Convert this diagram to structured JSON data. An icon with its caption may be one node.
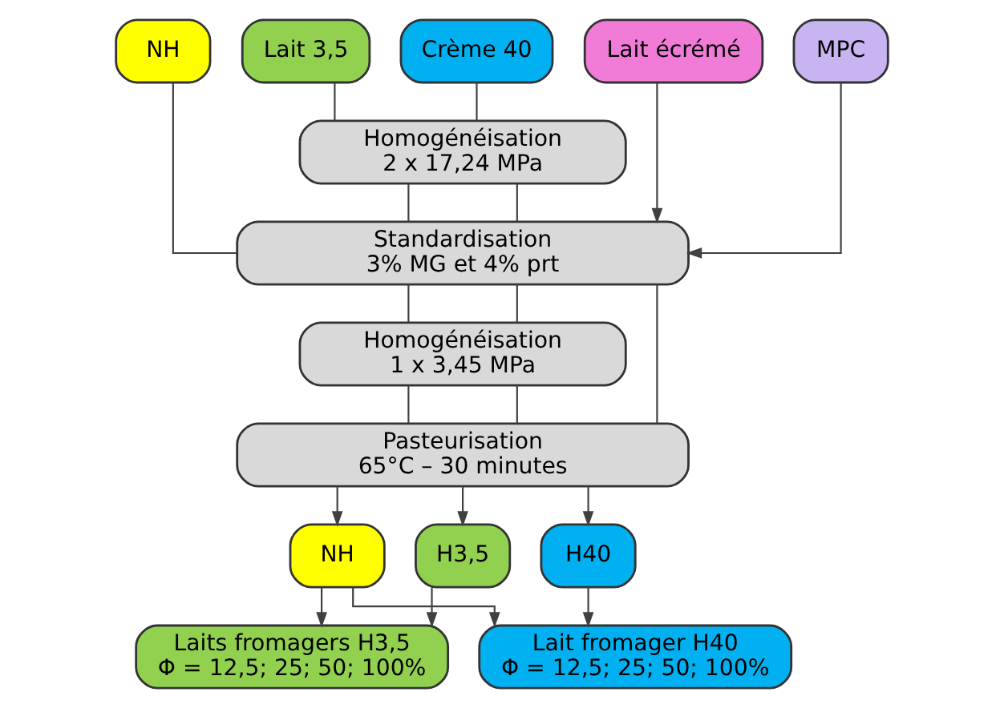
{
  "diagram": {
    "nodes": [
      {
        "text": [
          "NH"
        ]
      },
      {
        "text": [
          "Lait 3,5"
        ]
      },
      {
        "text": [
          "Crème 40"
        ]
      },
      {
        "text": [
          "Lait écrémé"
        ]
      },
      {
        "text": [
          "MPC"
        ]
      },
      {
        "text": [
          "Homogénéisation",
          "2 x 17,24 MPa"
        ]
      },
      {
        "text": [
          "Standardisation",
          "3% MG et 4% prt"
        ]
      },
      {
        "text": [
          "Homogénéisation",
          "1 x 3,45 MPa"
        ]
      },
      {
        "text": [
          "Pasteurisation",
          "65°C – 30 minutes"
        ]
      },
      {
        "text": [
          "NH"
        ]
      },
      {
        "text": [
          "H3,5"
        ]
      },
      {
        "text": [
          "H40"
        ]
      },
      {
        "text": [
          "Laits fromagers H3,5",
          "Φ = 12,5; 25; 50; 100%"
        ]
      },
      {
        "text": [
          "Lait fromager H40",
          "Φ = 12,5; 25; 50; 100%"
        ]
      }
    ],
    "edges": [
      {
        "from": 0,
        "to": 6,
        "arrow": "none"
      },
      {
        "from": 1,
        "to": 5,
        "arrow": "none"
      },
      {
        "from": 2,
        "to": 5,
        "arrow": "none"
      },
      {
        "from": 5,
        "to": 6,
        "arrow": "none"
      },
      {
        "from": 5,
        "to": 6,
        "arrow": "none"
      },
      {
        "from": 3,
        "to": 6,
        "arrow": "to"
      },
      {
        "from": 4,
        "to": 6,
        "arrow": "to"
      },
      {
        "from": 6,
        "to": 7,
        "arrow": "none"
      },
      {
        "from": 6,
        "to": 7,
        "arrow": "none"
      },
      {
        "from": 6,
        "to": 8,
        "arrow": "none"
      },
      {
        "from": 7,
        "to": 8,
        "arrow": "none"
      },
      {
        "from": 7,
        "to": 8,
        "arrow": "none"
      },
      {
        "from": 8,
        "to": 9,
        "arrow": "to"
      },
      {
        "from": 8,
        "to": 10,
        "arrow": "to"
      },
      {
        "from": 8,
        "to": 11,
        "arrow": "to"
      },
      {
        "from": 9,
        "to": 12,
        "arrow": "to"
      },
      {
        "from": 10,
        "to": 12,
        "arrow": "to"
      },
      {
        "from": 9,
        "to": 13,
        "arrow": "to"
      },
      {
        "from": 11,
        "to": 13,
        "arrow": "to"
      }
    ]
  }
}
